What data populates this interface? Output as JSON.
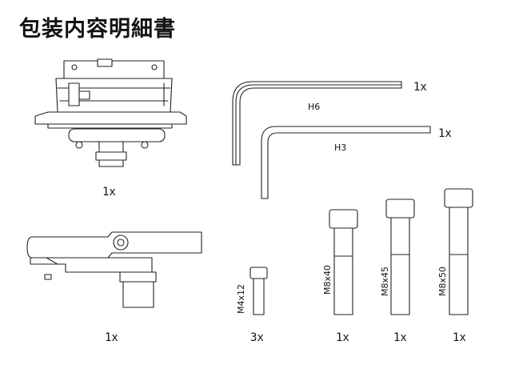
{
  "title": "包装内容明細書",
  "items": {
    "quick_release": {
      "qty": "1x"
    },
    "hex_key_h6": {
      "size": "H6",
      "qty": "1x"
    },
    "hex_key_h3": {
      "size": "H3",
      "qty": "1x"
    },
    "adapter_clamp": {
      "qty": "1x"
    },
    "bolt_m4x12": {
      "size": "M4x12",
      "qty": "3x"
    },
    "bolt_m8x40": {
      "size": "M8x40",
      "qty": "1x"
    },
    "bolt_m8x45": {
      "size": "M8x45",
      "qty": "1x"
    },
    "bolt_m8x50": {
      "size": "M8x50",
      "qty": "1x"
    }
  }
}
